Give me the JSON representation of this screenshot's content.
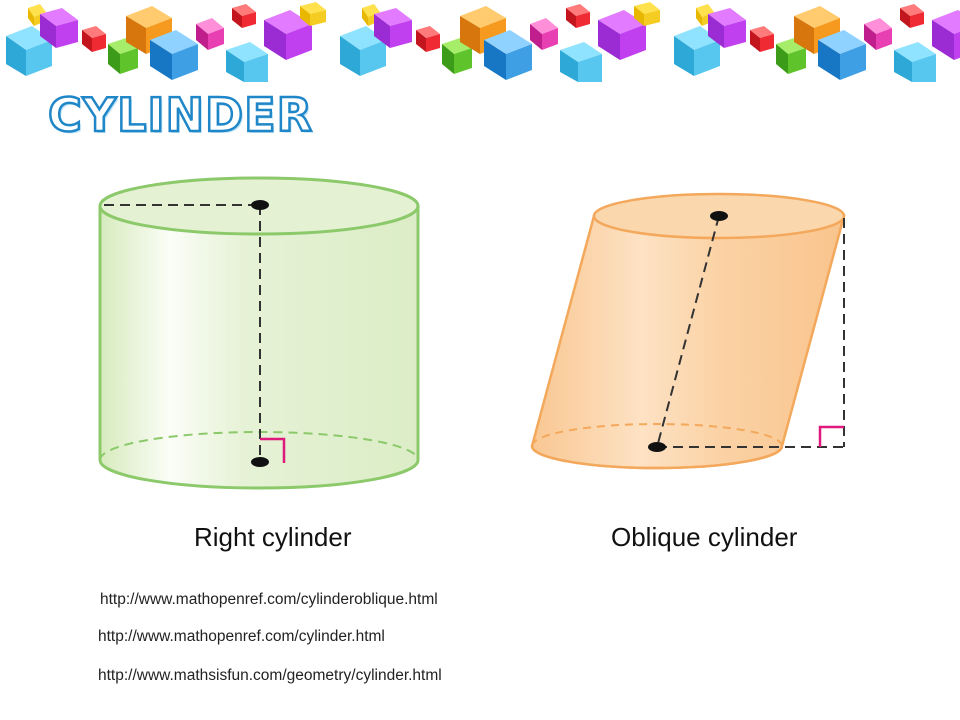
{
  "slide": {
    "title": "CYLINDER",
    "banner_icon": "colorful-cubes-border"
  },
  "figures": [
    {
      "caption": "Right cylinder",
      "fill_color": "#e4f1d2",
      "stroke_color": "#8cc96a",
      "right_angle_color": "#e0197d"
    },
    {
      "caption": "Oblique cylinder",
      "fill_color": "#fbd7ad",
      "stroke_color": "#f3a85b",
      "right_angle_color": "#e0197d"
    }
  ],
  "sources": [
    "http://www.mathopenref.com/cylinderoblique.html",
    "http://www.mathopenref.com/cylinder.html",
    "http://www.mathsisfun.com/geometry/cylinder.html"
  ]
}
